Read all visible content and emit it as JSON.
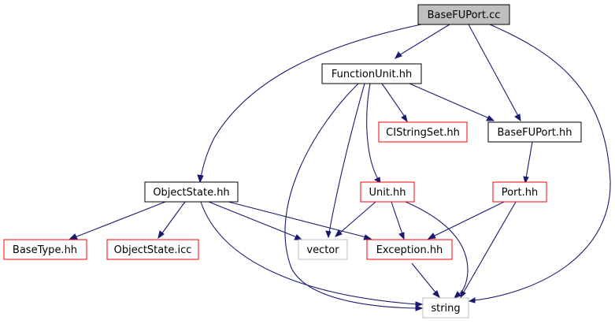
{
  "diagram": {
    "nodes": {
      "basefuport_cc": {
        "label": "BaseFUPort.cc",
        "style": "root"
      },
      "functionunit_hh": {
        "label": "FunctionUnit.hh",
        "style": "normal"
      },
      "cistringset_hh": {
        "label": "CIStringSet.hh",
        "style": "red"
      },
      "basefuport_hh": {
        "label": "BaseFUPort.hh",
        "style": "normal"
      },
      "objectstate_hh": {
        "label": "ObjectState.hh",
        "style": "normal"
      },
      "unit_hh": {
        "label": "Unit.hh",
        "style": "red"
      },
      "port_hh": {
        "label": "Port.hh",
        "style": "red"
      },
      "basetype_hh": {
        "label": "BaseType.hh",
        "style": "red"
      },
      "objectstate_icc": {
        "label": "ObjectState.icc",
        "style": "red"
      },
      "vector": {
        "label": "vector",
        "style": "gray"
      },
      "exception_hh": {
        "label": "Exception.hh",
        "style": "red"
      },
      "string": {
        "label": "string",
        "style": "gray"
      }
    },
    "edges": [
      [
        "basefuport_cc",
        "functionunit_hh"
      ],
      [
        "basefuport_cc",
        "objectstate_hh"
      ],
      [
        "basefuport_cc",
        "basefuport_hh"
      ],
      [
        "basefuport_cc",
        "string"
      ],
      [
        "functionunit_hh",
        "cistringset_hh"
      ],
      [
        "functionunit_hh",
        "basefuport_hh"
      ],
      [
        "functionunit_hh",
        "unit_hh"
      ],
      [
        "functionunit_hh",
        "vector"
      ],
      [
        "functionunit_hh",
        "string"
      ],
      [
        "basefuport_hh",
        "port_hh"
      ],
      [
        "objectstate_hh",
        "basetype_hh"
      ],
      [
        "objectstate_hh",
        "objectstate_icc"
      ],
      [
        "objectstate_hh",
        "vector"
      ],
      [
        "objectstate_hh",
        "exception_hh"
      ],
      [
        "objectstate_hh",
        "string"
      ],
      [
        "unit_hh",
        "vector"
      ],
      [
        "unit_hh",
        "exception_hh"
      ],
      [
        "unit_hh",
        "string"
      ],
      [
        "port_hh",
        "exception_hh"
      ],
      [
        "port_hh",
        "string"
      ],
      [
        "exception_hh",
        "string"
      ]
    ],
    "colors": {
      "edge": "#191970",
      "root_fill": "#bfbfbf",
      "border_normal": "#000000",
      "border_red": "#ff0000",
      "border_gray": "#bfbfbf"
    }
  }
}
